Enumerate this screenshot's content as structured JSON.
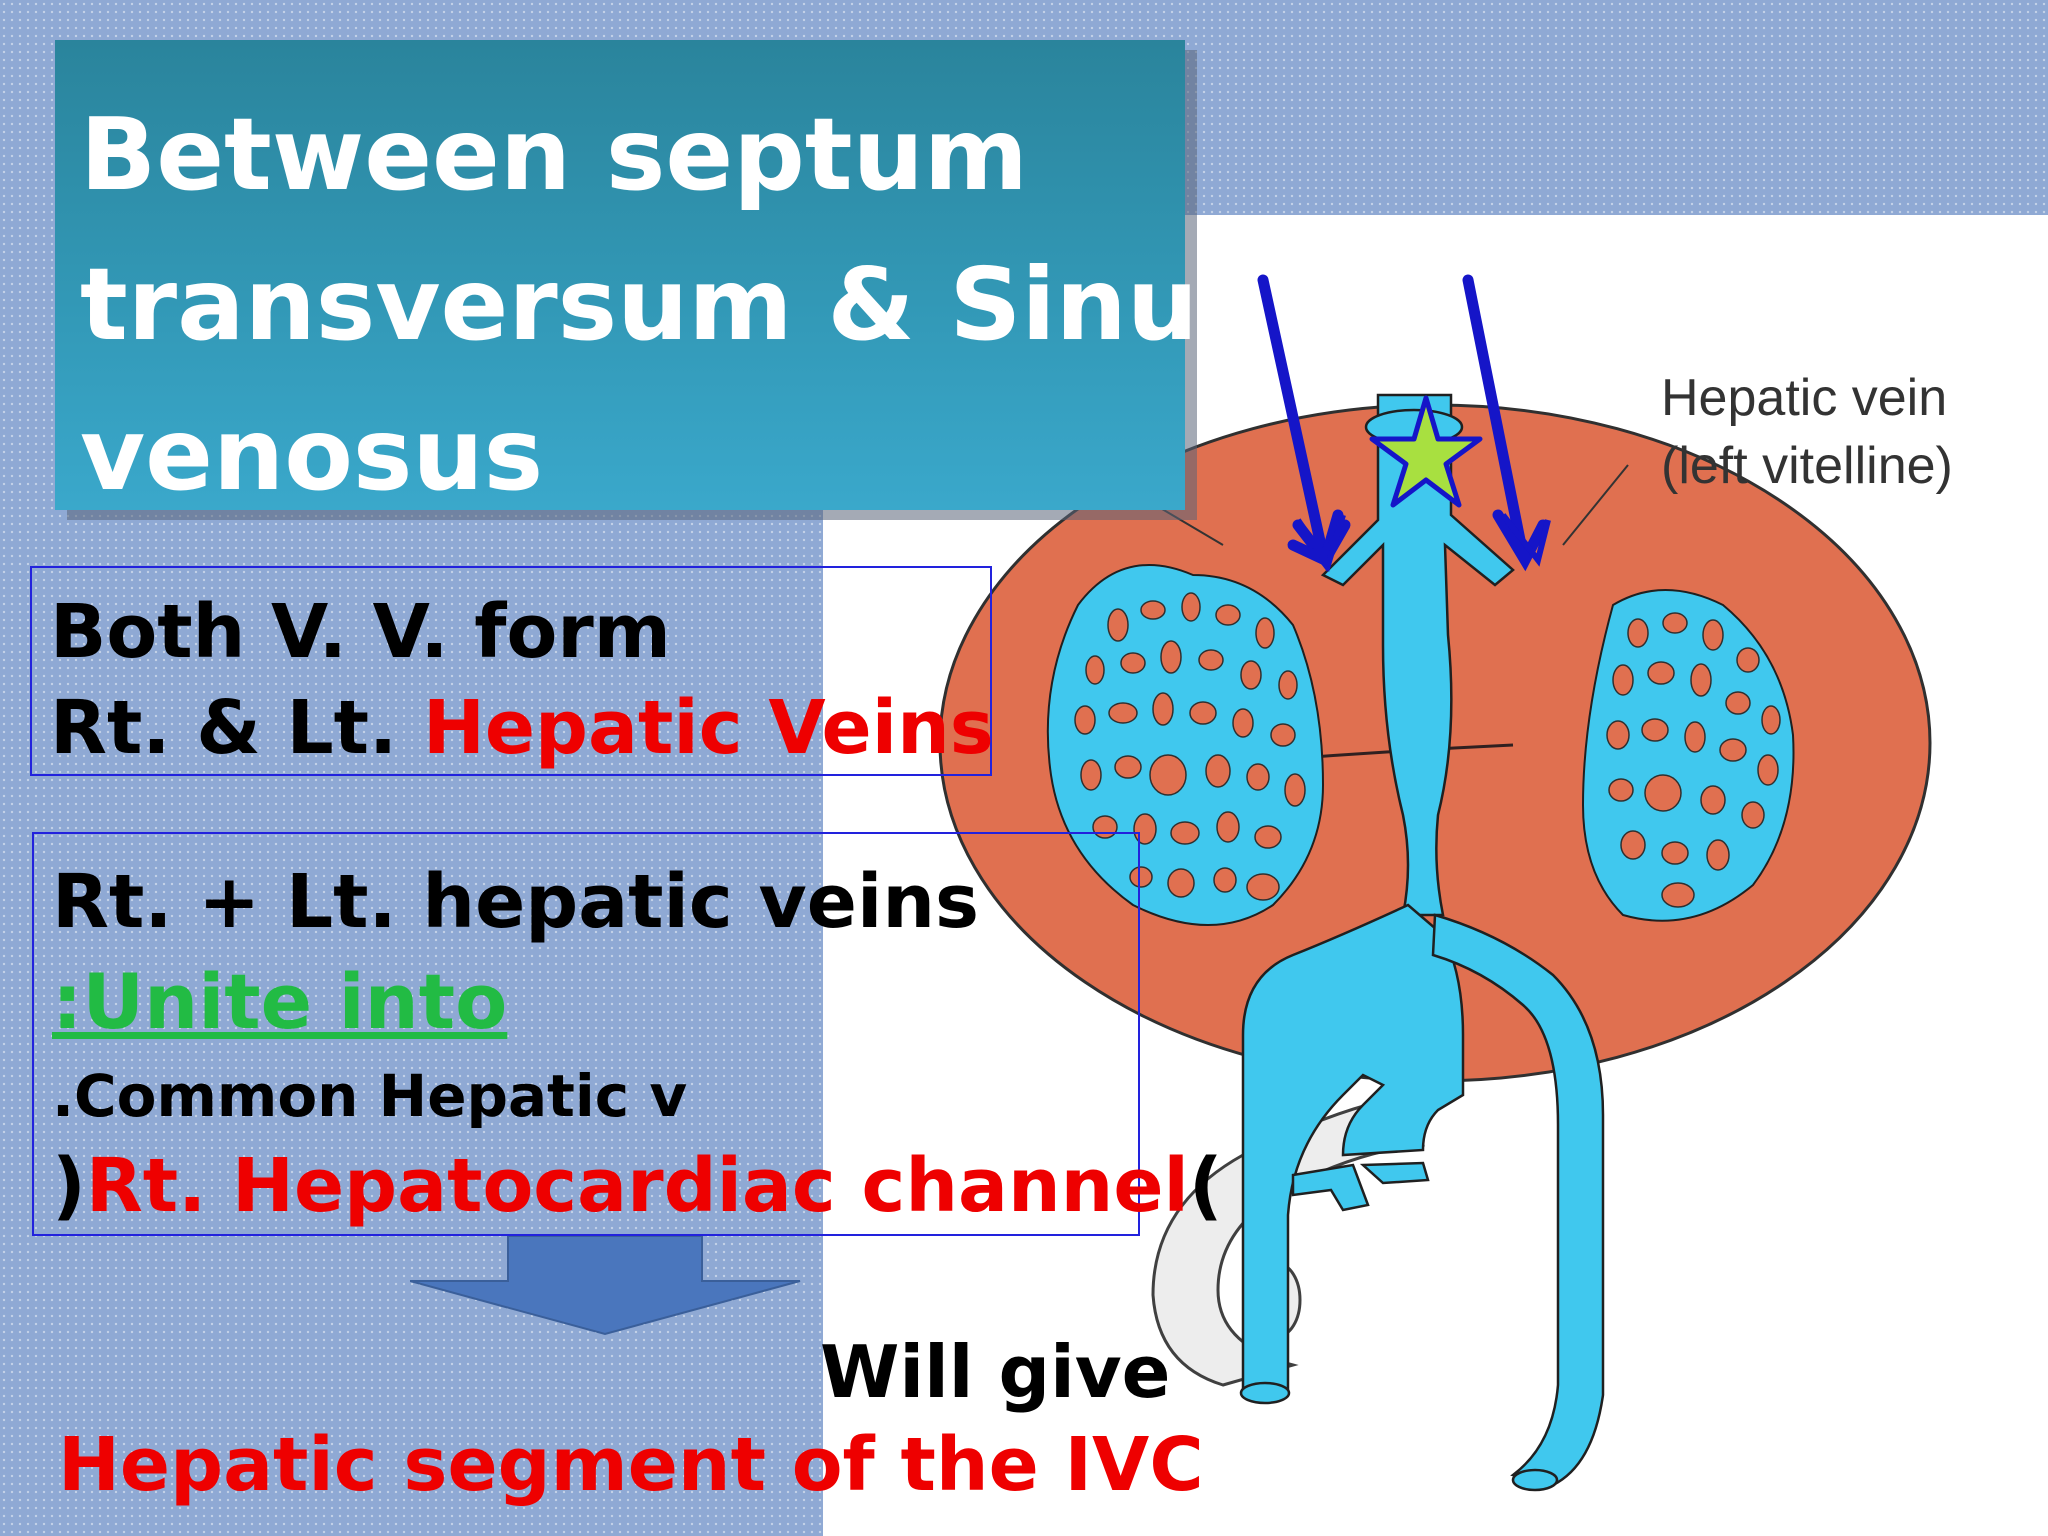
{
  "title": {
    "line1": "Between septum",
    "line2": "transversum & Sinus",
    "line3": "venosus"
  },
  "box1": {
    "line1": "Both V. V. form",
    "line2_black": "Rt. & Lt. ",
    "line2_red": "Hepatic Veins"
  },
  "box2": {
    "line1": "Rt. + Lt. hepatic veins",
    "line2": ":Unite into",
    "line3": ".Common Hepatic v",
    "line4_open": ")",
    "line4_red": "Rt. Hepatocardiac channel",
    "line4_close": "("
  },
  "conclusion": {
    "will_give": "Will give",
    "ivc": "Hepatic segment of the IVC"
  },
  "diagram": {
    "label_line1": "Hepatic vein",
    "label_line2": "(left vitelline)",
    "label_partial": "e)",
    "colors": {
      "liver": "#e07050",
      "vein": "#40c8ee",
      "arrow": "#1515c8",
      "star": "#a8e040"
    },
    "icons": [
      "down-arrow-icon",
      "star-icon"
    ]
  }
}
